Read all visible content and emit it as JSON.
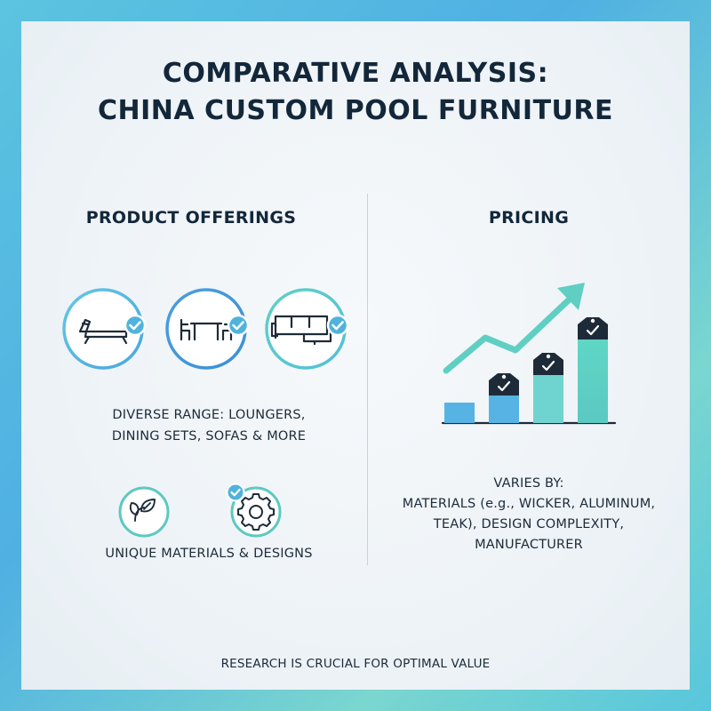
{
  "title": {
    "line1": "COMPARATIVE ANALYSIS:",
    "line2": "CHINA CUSTOM POOL FURNITURE"
  },
  "product_offerings": {
    "heading": "PRODUCT OFFERINGS",
    "icons": [
      "lounger-icon",
      "dining-set-icon",
      "sofa-icon"
    ],
    "range_text": {
      "line1": "DIVERSE RANGE: LOUNGERS,",
      "line2": "DINING SETS, SOFAS & MORE"
    },
    "materials_icons": [
      "leaf-icon",
      "gear-icon"
    ],
    "materials_text": "UNIQUE MATERIALS & DESIGNS"
  },
  "pricing": {
    "heading": "PRICING",
    "chart_icon": "rising-price-chart-icon",
    "varies_text": {
      "line1": "VARIES BY:",
      "line2": "MATERIALS (e.g., WICKER, ALUMINUM,",
      "line3": "TEAK), DESIGN COMPLEXITY,",
      "line4": "MANUFACTURER"
    }
  },
  "footer": "RESEARCH IS CRUCIAL FOR OPTIMAL VALUE",
  "colors": {
    "navy": "#13273a",
    "teal": "#5cc9c0",
    "blue": "#4a9fe0",
    "check": "#4fb3dc"
  }
}
